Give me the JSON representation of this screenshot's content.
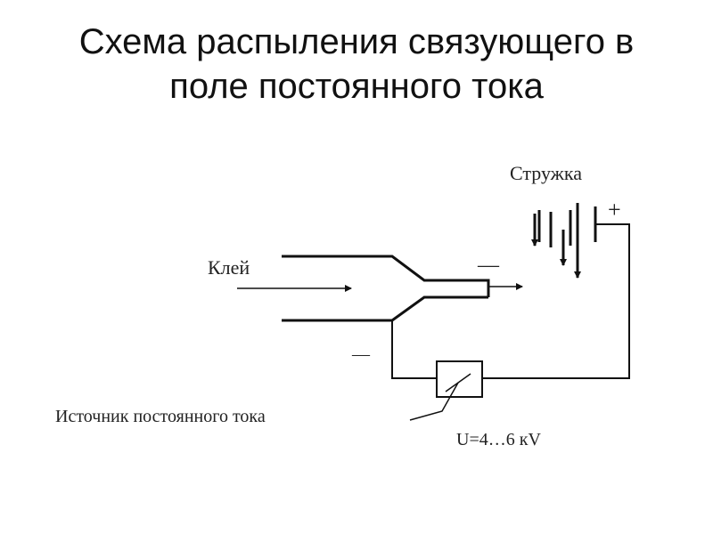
{
  "title": {
    "line1": "Схема распыления связующего в",
    "line2": "поле постоянного тока"
  },
  "labels": {
    "chips": "Стружка",
    "glue": "Клей",
    "plus": "+",
    "minus_nozzle": "—",
    "minus_wire": "—",
    "source": "Источник постоянного тока",
    "voltage": "U=4…6 кV"
  }
}
